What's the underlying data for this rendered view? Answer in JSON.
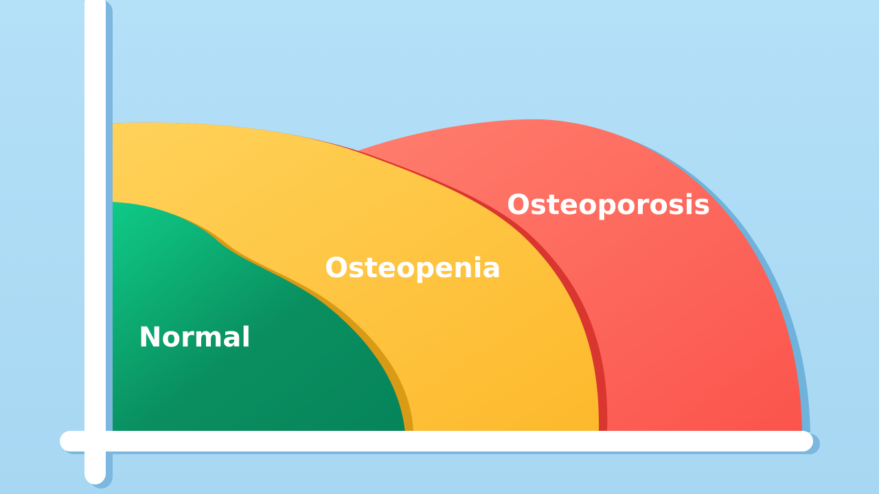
{
  "zones": {
    "normal": {
      "label": "Normal",
      "color": "#0f9a6a"
    },
    "osteopenia": {
      "label": "Osteopenia",
      "color": "#fdc23e"
    },
    "osteoporosis": {
      "label": "Osteoporosis",
      "color": "#ff6457"
    }
  },
  "colors": {
    "background": "#aedcf5",
    "axis": "#ffffff"
  }
}
